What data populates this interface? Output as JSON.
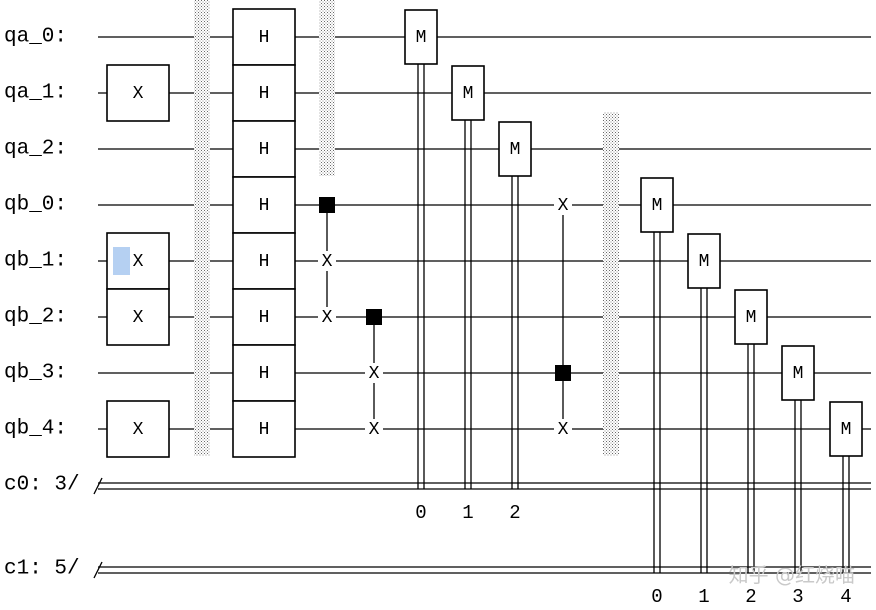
{
  "qubits": [
    "qa_0",
    "qa_1",
    "qa_2",
    "qb_0",
    "qb_1",
    "qb_2",
    "qb_3",
    "qb_4"
  ],
  "classical": [
    {
      "label": "c0: 3/",
      "size": 3,
      "indices": [
        "0",
        "1",
        "2"
      ]
    },
    {
      "label": "c1: 5/",
      "size": 5,
      "indices": [
        "0",
        "1",
        "2",
        "3",
        "4"
      ]
    }
  ],
  "gates": {
    "x": "X",
    "h": "H",
    "m": "M",
    "swap": "X"
  },
  "x_gate_qubits": [
    1,
    4,
    5,
    7
  ],
  "h_gate_qubits": [
    0,
    1,
    2,
    3,
    4,
    5,
    6,
    7
  ],
  "cswaps": [
    {
      "control": 3,
      "targets": [
        4,
        5
      ]
    },
    {
      "control": 5,
      "targets": [
        6,
        7
      ]
    },
    {
      "control": 6,
      "targets": [
        3,
        7
      ]
    }
  ],
  "measurements": [
    {
      "qubit": 0,
      "creg": 0,
      "bit": 0
    },
    {
      "qubit": 1,
      "creg": 0,
      "bit": 1
    },
    {
      "qubit": 2,
      "creg": 0,
      "bit": 2
    },
    {
      "qubit": 3,
      "creg": 1,
      "bit": 0
    },
    {
      "qubit": 4,
      "creg": 1,
      "bit": 1
    },
    {
      "qubit": 5,
      "creg": 1,
      "bit": 2
    },
    {
      "qubit": 6,
      "creg": 1,
      "bit": 3
    },
    {
      "qubit": 7,
      "creg": 1,
      "bit": 4
    }
  ],
  "watermark": "知乎 @红烧喵"
}
